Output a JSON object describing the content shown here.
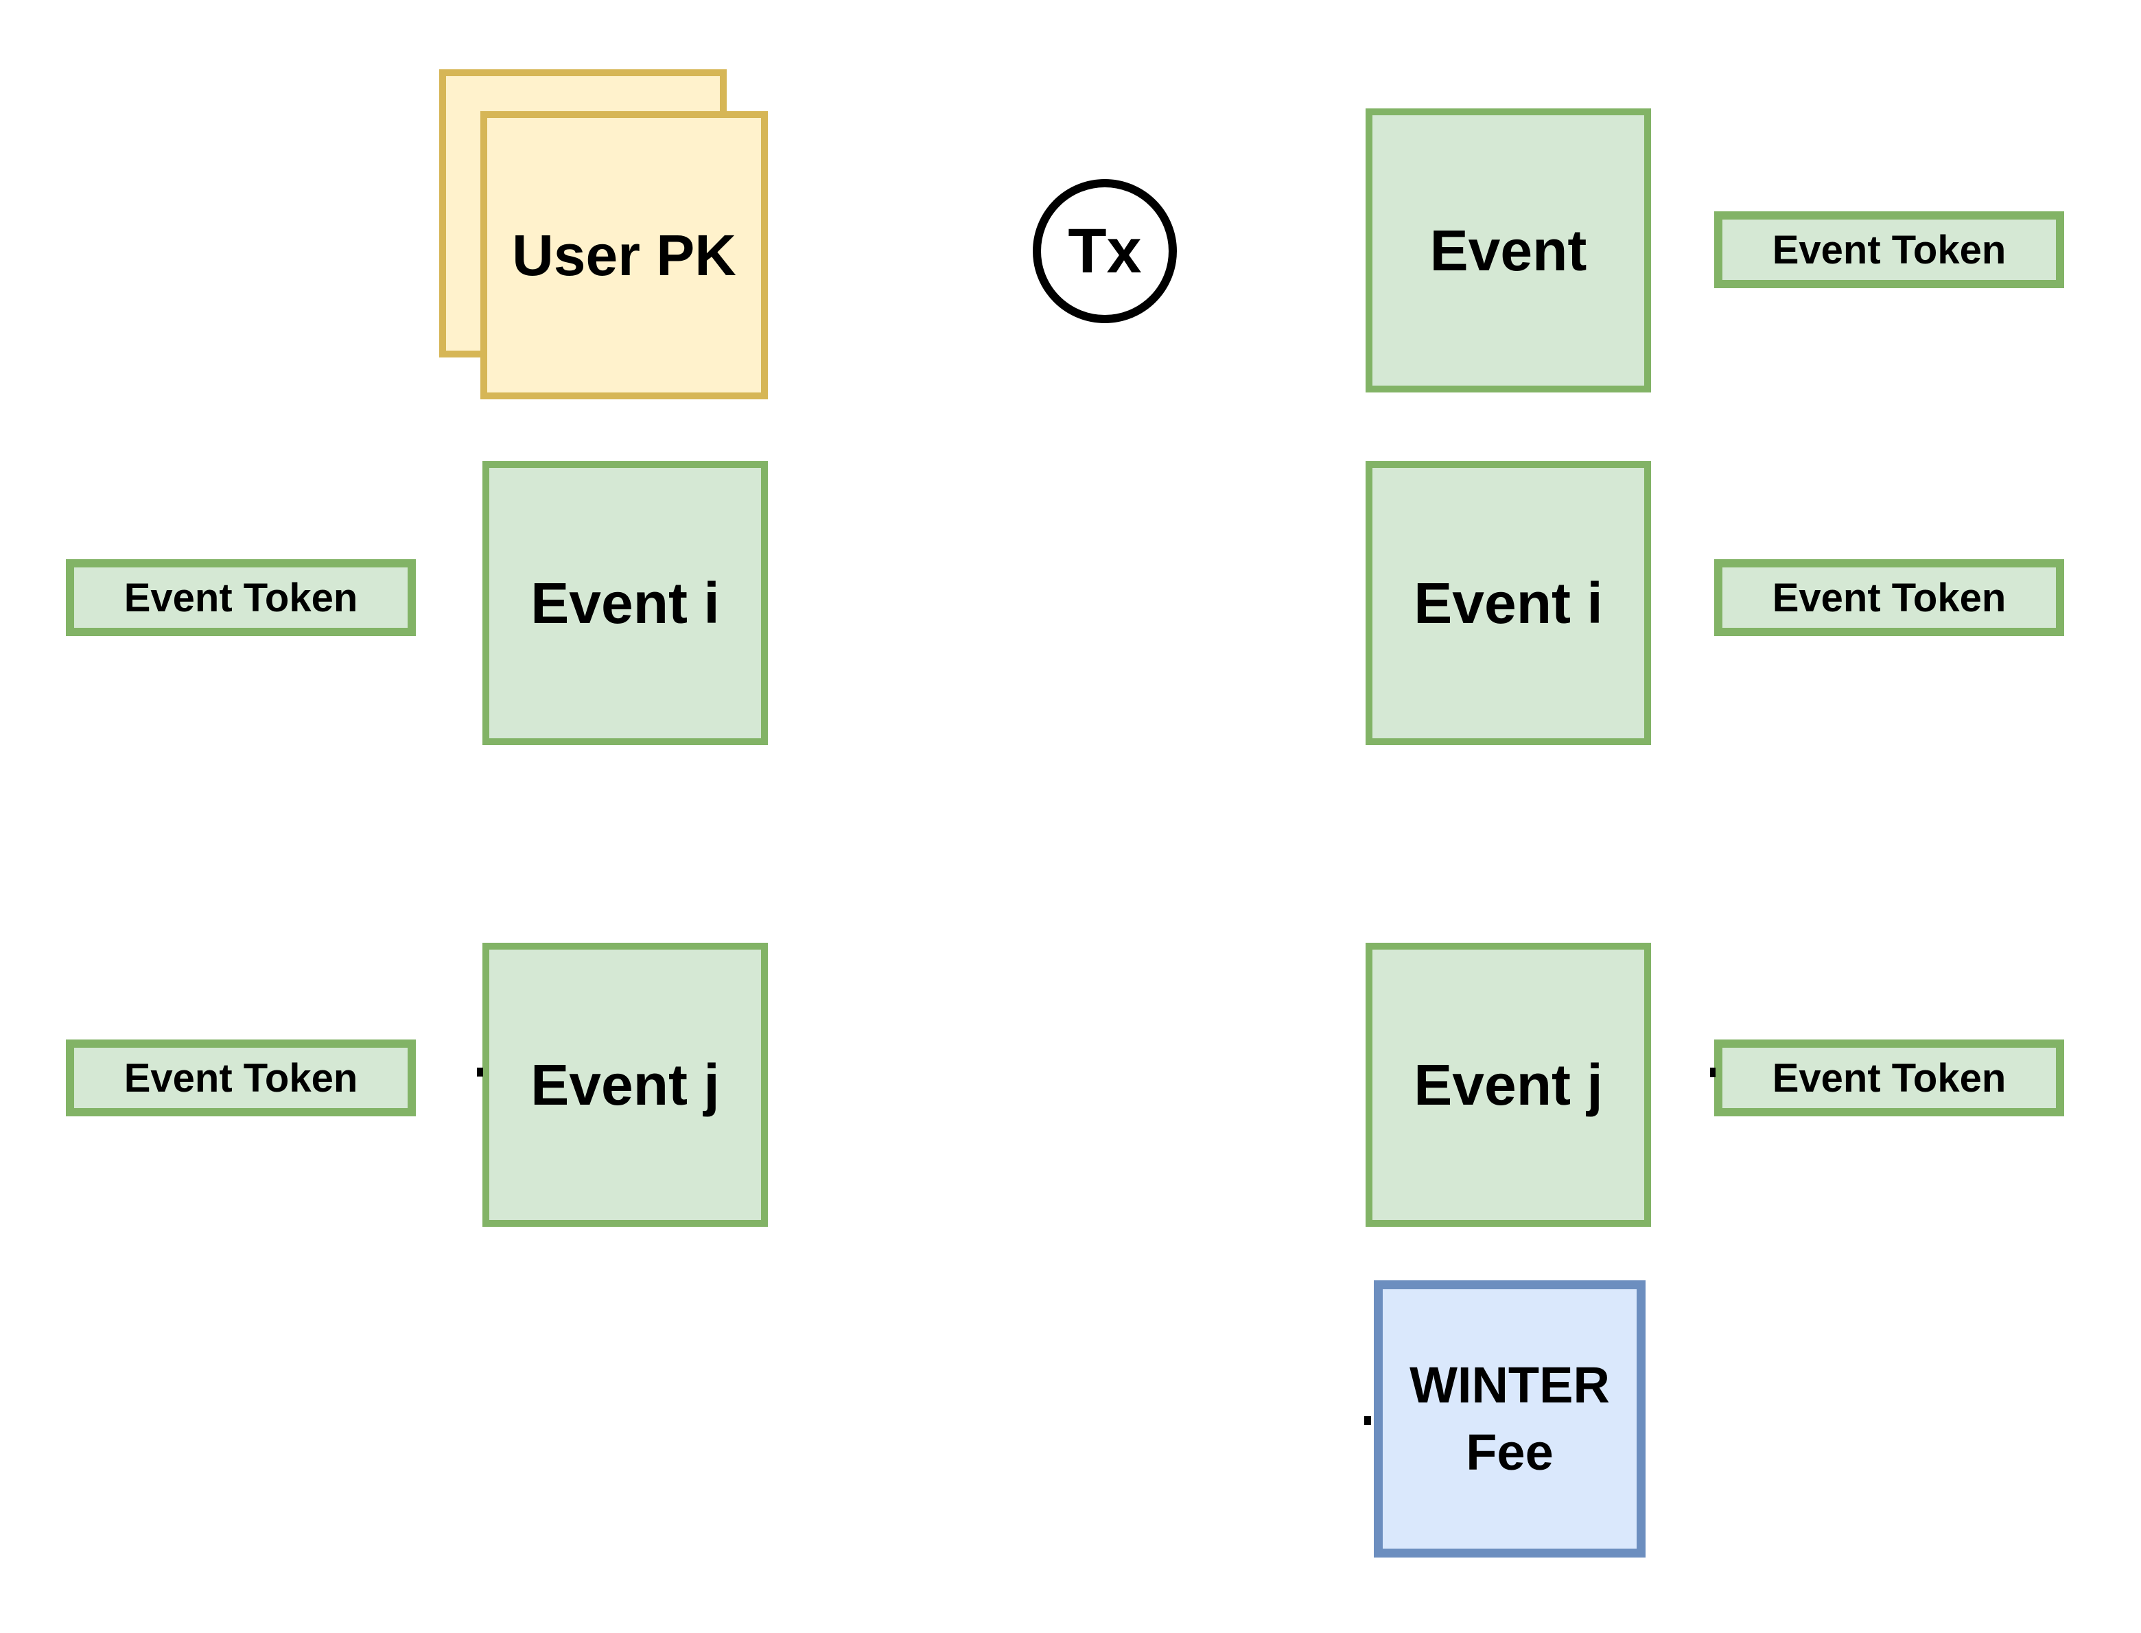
{
  "palette": {
    "green_fill": "#d5e8d4",
    "green_stroke": "#82b366",
    "yellow_fill": "#fff2cc",
    "yellow_stroke": "#d6b656",
    "blue_fill": "#dae8fc",
    "blue_stroke": "#6c8ebf",
    "circle_stroke": "#000000",
    "text_color": "#000000",
    "background": "#ffffff"
  },
  "diagram": {
    "user_pk": {
      "label": "User PK"
    },
    "tx": {
      "label": "Tx"
    },
    "left_column": {
      "event_i": {
        "label": "Event i"
      },
      "event_j": {
        "label": "Event j"
      },
      "token_mid": {
        "label": "Event Token"
      },
      "token_bottom": {
        "label": "Event Token"
      }
    },
    "right_column": {
      "event": {
        "label": "Event"
      },
      "event_i": {
        "label": "Event i"
      },
      "event_j": {
        "label": "Event j"
      },
      "winter_fee": {
        "label": "WINTER Fee"
      },
      "token_top": {
        "label": "Event Token"
      },
      "token_mid": {
        "label": "Event Token"
      },
      "token_bottom": {
        "label": "Event Token"
      }
    }
  }
}
